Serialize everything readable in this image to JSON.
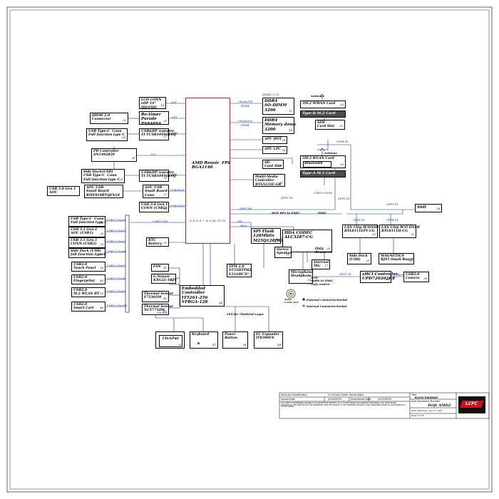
{
  "blocks": {
    "soc": {
      "title": "AMD Renoir  FP6\nBGA1140",
      "pages": "3, 4, 5, 6, 7, 8, 9, 10, 11, 12"
    },
    "lcd": {
      "title": "LCD CONN\neDP 14\"\nHD/FHD",
      "num": "16"
    },
    "retimer": {
      "title": "Re-timer\nParade\nPS8409A",
      "num": "31"
    },
    "hdmi": {
      "title": "HDMI 2.0\nConnector",
      "num": "32"
    },
    "usbc1": {
      "title": "USB Type-C  Conn\nFull function type C",
      "num": "18"
    },
    "usbdp1": {
      "title": "USB&DP repeater\nTI TUSB1044IRNQ",
      "num": "17"
    },
    "pd": {
      "title": "PD Controller\nSN1492828",
      "num": "24"
    },
    "sidedock": {
      "title": "Side Dock(USB)\nUSB Type-C  Conn\nFull function type C",
      "num": "29"
    },
    "usbdp2": {
      "title": "USB&DP repeater\nTI TUSB1044IRNQ",
      "num": "25"
    },
    "aou_usb": {
      "title": "AOU USB\nSmall Board\nRMT819BTQFN24",
      "num": "26"
    },
    "usb30_aou": {
      "title": "USB 3.0 Gen 1\nAOU",
      "num": "27"
    },
    "aou_sb": {
      "title": "AOU USB\nSmall Board\nConn",
      "num": "27"
    },
    "usb31_usb2": {
      "title": "USB 3.0 Gen 1\nCONN (USB2)",
      "num": "29"
    },
    "rtc": {
      "title": "RTC Battery",
      "num": "21"
    },
    "ddr4a": {
      "title": "DDR4\nSO-DIMM\n3200",
      "num": "13"
    },
    "ddr4b": {
      "title": "DDR4\nMemory down\n3200",
      "num": "14"
    },
    "apuhot": {
      "title": "APU HOT",
      "num": "36"
    },
    "apulpc": {
      "title": "APU LPC",
      "num": "26"
    },
    "wwan": {
      "title": "3M.2 WWAN Card",
      "num": "33"
    },
    "typeb": {
      "title": "Type-B M.2 Card"
    },
    "sim": {
      "title": "SIM\nCard Slot",
      "num": "33"
    },
    "wlan": {
      "title": "3M.2 WLAN Card",
      "num": ""
    },
    "bt": {
      "title": "Bluetooth",
      "num": "33"
    },
    "typea": {
      "title": "Type-A M.2 Card"
    },
    "sdcard": {
      "title": "SD\nCard Slot",
      "num": "33"
    },
    "mmc": {
      "title": "Multi-Media\nController\nRTS5233E-GR",
      "num": "37"
    },
    "ssd": {
      "title": "SSD",
      "num": "28"
    },
    "lan1": {
      "title": "LAN Chip W/DASH\nRTL8111EPV-CG",
      "num": "32"
    },
    "lan2": {
      "title": "LAN Chip W/O DASH\nRTL8111H-CG",
      "num": "32"
    },
    "sdock2": {
      "title": "Side Dock\n(USB)",
      "num": "25"
    },
    "magnetics": {
      "title": "MAGNETICS\nRJ45 Small Board",
      "num": "30"
    },
    "xhci": {
      "title": "xHCI Controller\nUPD720202K8",
      "num": "20"
    },
    "usbcam": {
      "title": "USB2.0\nCamera",
      "num": "39"
    },
    "spi": {
      "title": "SPI Flash\n128Mbits\nM25Q128JWEIQ",
      "num": "30"
    },
    "hda": {
      "title": "HDA CODEC\nALC3287-CG",
      "num": "30"
    },
    "stereo": {
      "title": "Stereo\nSpeaker",
      "num": "30"
    },
    "noise": {
      "title": "Only\nReassren",
      "num": ""
    },
    "intmic": {
      "title": "Internal\nMic",
      "num": "17"
    },
    "mic": {
      "title": "Microphone\nHeadphone",
      "num": "30"
    },
    "combo": {
      "title": "Audio\nCombo Jack",
      "num": "30"
    },
    "tpm": {
      "title": "TPM 2.0\nST33HTPH2\nE32AHC5",
      "num": "45"
    },
    "fan": {
      "title": "FAN",
      "num": "42"
    },
    "gsensor": {
      "title": "G-Sensor\nKXG22-1029",
      "num": "42"
    },
    "therm1": {
      "title": "Thermal Sensor\nF75303M",
      "num": "43"
    },
    "therm2": {
      "title": "Thermal Sensor\nNCT7718W",
      "num": "43"
    },
    "ec": {
      "title": "Embedded\nController\nIT5261-256\nVFBGA-128",
      "num": "44"
    },
    "clickpad": {
      "title": "ClickPad",
      "num": "47"
    },
    "keyboard": {
      "title": "Keyboard",
      "num": "47"
    },
    "power": {
      "title": "Power Button",
      "num": "38"
    },
    "ecexp": {
      "title": "EC Expander\nIT8300FN",
      "num": "44"
    },
    "usbc_l1": {
      "title": "USB Type-C  Conn\nFull function type C",
      "num": "18"
    },
    "usb31a": {
      "title": "USB 3.1 Gen 1\nAOU (USB1)",
      "num": "26"
    },
    "usb31b": {
      "title": "USB 3.1 Gen 1\nCONN (USB2)",
      "num": "29"
    },
    "sidedock_l": {
      "title": "Side Dock (USB)\nfull function type-C",
      "num": "29"
    },
    "touch": {
      "title": "USB2.0\nTouch Panel",
      "num": "16"
    },
    "fp": {
      "title": "USB2.0\nFingerprint",
      "num": "40"
    },
    "m2bt": {
      "title": "USB2.0\nM.2 WLAN BT",
      "num": "33"
    },
    "smart": {
      "title": "USB2.0\nSmart Cart",
      "num": "40"
    }
  },
  "signals": {
    "edp": "eDP",
    "dp1": "DP1",
    "dp0": "DP0",
    "i2c": "I2C",
    "usb3a": "USB3",
    "dp2": "DP2",
    "usb3b": "USB3",
    "usb3port": "USB3Port",
    "usb3c": "USB3/Port",
    "usb2x4": "USB2.0 X4",
    "i2c2": "I2C",
    "chA": "Channel A",
    "chB": "Channel B",
    "ddr4": "DDR4 / 1.2V",
    "ddr4b": "DDR4",
    "ddr4c": "DDR4",
    "pcie": "GPP0 X1",
    "pcie2": "GPP2 X1",
    "pcie3": "GPP4 X1",
    "pcie4": "GPP3 X1",
    "usb20p5": "USB2.0 Port5",
    "wov": "WOV BP2 to DMIC",
    "dmic": "DMIC",
    "gpp3x4": "GPP3 X4",
    "gpp5": "GPP5 X1",
    "gpp6": "GPP6 X1",
    "gpp4": "GPP4 X1",
    "gpp1": "GPP1 X1",
    "usb2p": "USB20",
    "spi": "SPI",
    "lpc": "LPC",
    "hda": "HDA",
    "smbus": "SM Bus",
    "smbus2": "SM Bus",
    "wov2": "WOV\nAudio to DMIC\nOnly reserve",
    "usb20p1": "USB2.0 Port1",
    "usb20p2": "USB2.0 Port2",
    "usb20p3": "USB2.0 Port3",
    "usb20p4": "USB2.0 Port4",
    "usb20p7": "USB2.0 Port7",
    "usb20p8": "USB2.0 Port8",
    "usb20p9": "USB2.0 Port9",
    "usb20p10": "USB2.0 Port10",
    "led": "LED for ThinkPad Logos",
    "antenna": "Antenna",
    "antenna2": "Antenna"
  },
  "legend": {
    "ext": "External Connector/Socket",
    "int": "Internal Connector/Socket"
  },
  "title_block": {
    "sec_label": "Security Classification",
    "sec_value": "LC Future Center Secret Data",
    "issued_label": "Issued Date",
    "issued_value": "2018/09/20",
    "deciphered_label": "Deciphered Date",
    "deciphered_value": "2019/09/20",
    "title_label": "Title",
    "title_value": "BLOCK DIAGRAM",
    "doc_label": "Size  Document Number",
    "project": "Drift AMD2",
    "date_label": "Date:  Wednesday, April 17, 2019",
    "sheet_label": "Sheet   2   of   99",
    "disclaimer": "THIS SHEET OF ENGINEERING DRAWING IS THE PROPRIETARY PROPERTY OF LC FUTURE CENTER AND CONTAINS CONFIDENTIAL AND TRADE SECRET INFORMATION. THIS SHEET MAY NOT BE TRANSFERED FROM THE CUSTODY OF THE COMPETENT DIVISION OF R&D DEPARTMENT EXCEPT AS AUTHORIZED BY LC FUTURE CENTER.",
    "logo": "LCFC"
  },
  "colors": {
    "line": "#0b2aa8",
    "soc_border": "#e0141e",
    "gray_block": "#4d4d4d",
    "logo_red": "#d0101a"
  }
}
